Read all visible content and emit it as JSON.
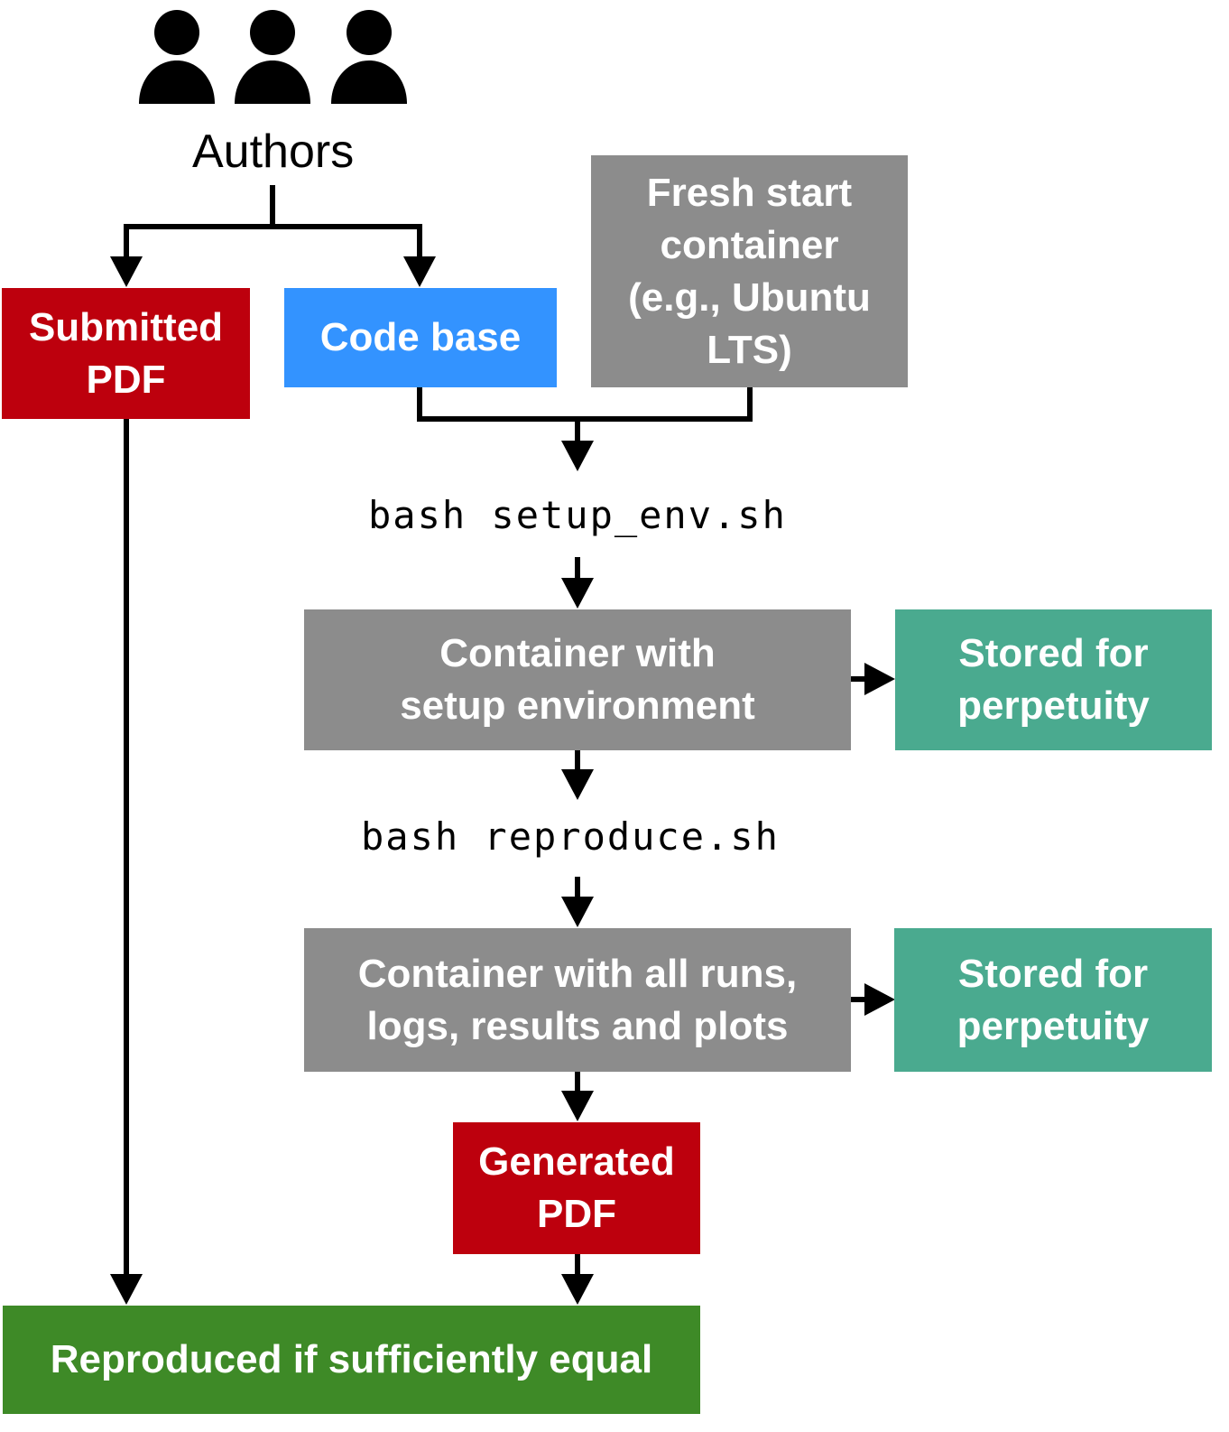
{
  "authors_label": "Authors",
  "submitted_pdf": "Submitted\nPDF",
  "code_base": "Code base",
  "fresh_container": "Fresh start\ncontainer\n(e.g., Ubuntu\nLTS)",
  "cmd_setup": "bash setup_env.sh",
  "container_setup": "Container with\nsetup environment",
  "stored_1": "Stored for\nperpetuity",
  "cmd_reproduce": "bash reproduce.sh",
  "container_runs": "Container with all runs,\nlogs, results and plots",
  "stored_2": "Stored for\nperpetuity",
  "generated_pdf": "Generated\nPDF",
  "reproduced": "Reproduced if sufficiently equal",
  "icons": [
    "person-icon",
    "person-icon",
    "person-icon",
    "arrow-down-icon",
    "arrow-right-icon"
  ],
  "colors": {
    "pdf_red": "#bd000d",
    "code_blue": "#3393ff",
    "container_gray": "#8c8c8c",
    "storage_teal": "#4aaa8f",
    "result_green": "#3e8a27"
  }
}
